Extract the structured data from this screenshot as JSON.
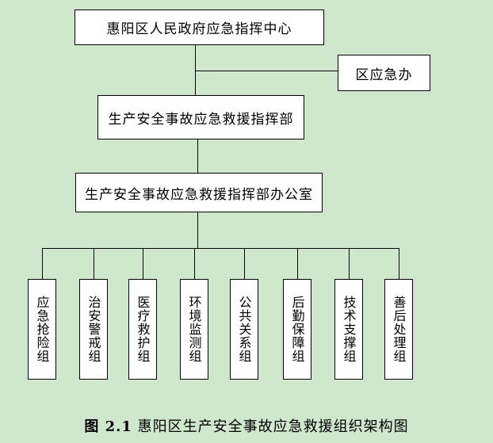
{
  "diagram": {
    "top": "惠阳区人民政府应急指挥中心",
    "side": "区应急办",
    "level2": "生产安全事故应急救援指挥部",
    "level3": "生产安全事故应急救援指挥部办公室",
    "groups": [
      "应急抢险组",
      "治安警戒组",
      "医疗救护组",
      "环境监测组",
      "公共关系组",
      "后勤保障组",
      "技术支撑组",
      "善后处理组"
    ]
  },
  "caption": {
    "number": "图 2.1",
    "text": "惠阳区生产安全事故应急救援组织架构图"
  }
}
